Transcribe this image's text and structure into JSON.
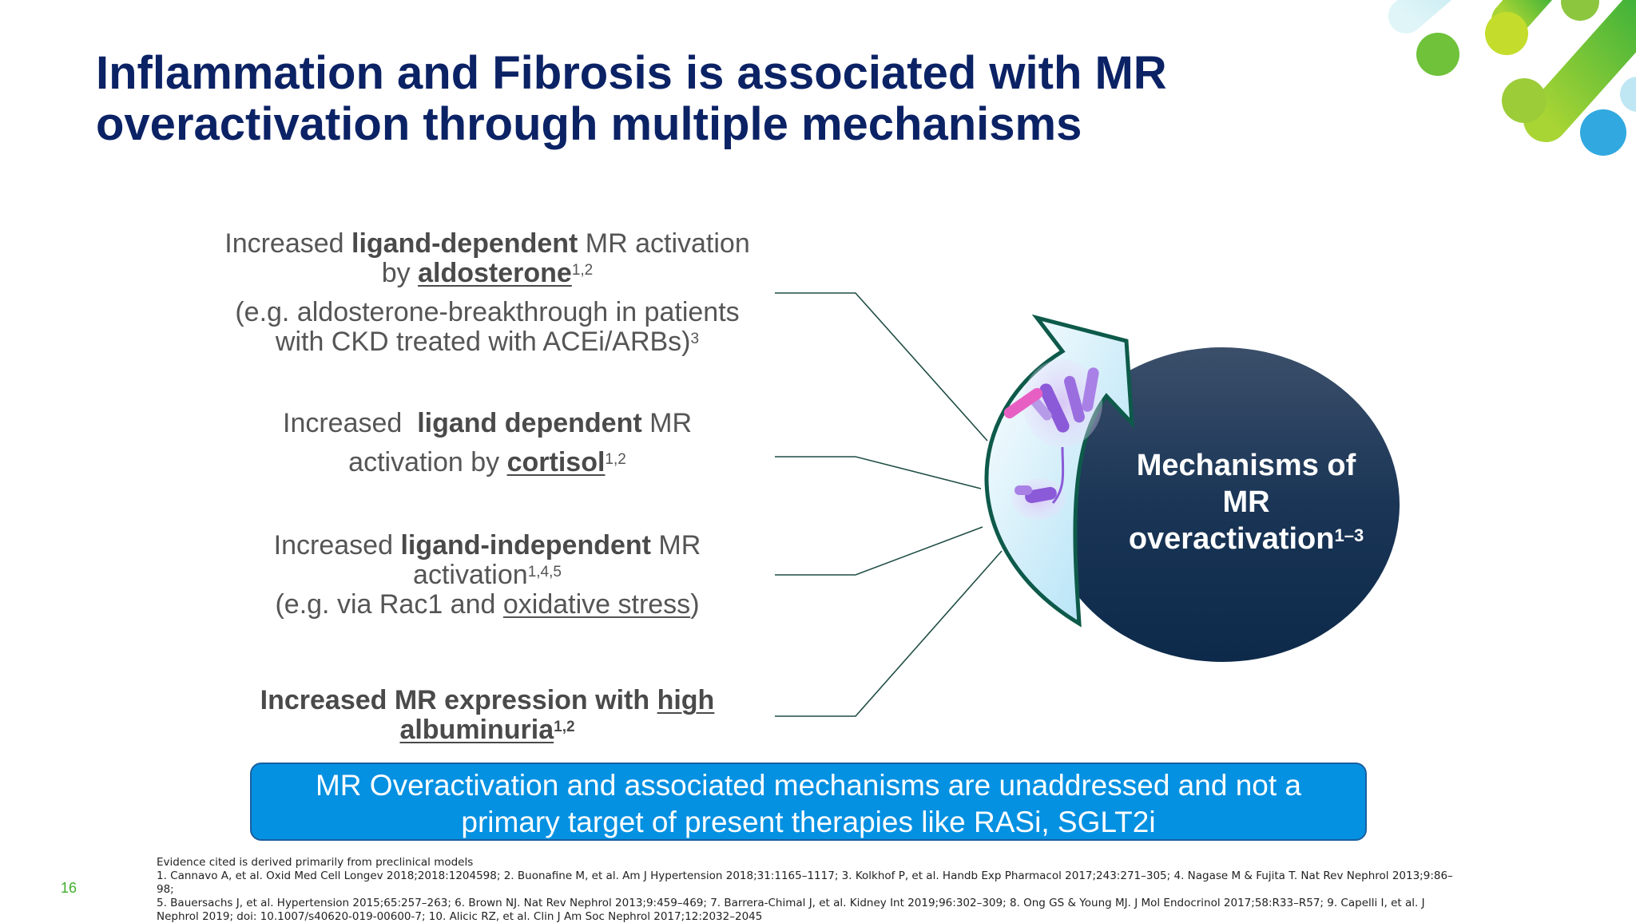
{
  "title": {
    "line1": "Inflammation and Fibrosis is associated with MR",
    "line2": "overactivation through multiple mechanisms"
  },
  "mechanisms": [
    {
      "pre": "Increased ",
      "bold": "ligand-dependent",
      "post": " MR activation",
      "line2_pre": "by ",
      "link": "aldosterone",
      "sup": "1,2",
      "sub_line1": "(e.g. aldosterone-breakthrough in patients",
      "sub_line2": "with CKD treated with ACEi/ARBs)",
      "sub_sup": "3"
    },
    {
      "pre": "Increased  ",
      "bold": "ligand dependent",
      "post": " MR",
      "line2_pre": "activation by ",
      "link": "cortisol",
      "sup": "1,2"
    },
    {
      "pre": "Increased ",
      "bold": "ligand-independent",
      "post": " MR",
      "line2": "activation",
      "sup": "1,4,5",
      "sub_pre": "(e.g. via Rac1 and ",
      "sub_link": "oxidative stress",
      "sub_post": ")"
    },
    {
      "bold_pre": "Increased MR expression with ",
      "link1": "high",
      "link2": "albuminuria",
      "sup": "1,2"
    }
  ],
  "circle": {
    "line1": "Mechanisms of",
    "line2": "MR",
    "line3": "overactivation",
    "sup": "1–3"
  },
  "callout": {
    "line1": "MR Overactivation and associated mechanisms are unaddressed and not a",
    "line2": "primary target of present therapies like RASi, SGLT2i"
  },
  "page_number": "16",
  "footnotes": {
    "note": "Evidence cited is derived primarily from preclinical models",
    "line1": "1. Cannavo A, et al. Oxid Med Cell Longev 2018;2018:1204598; 2. Buonafine M, et al. Am J Hypertension 2018;31:1165–1117; 3. Kolkhof P, et al. Handb Exp Pharmacol 2017;243:271–305; 4. Nagase M & Fujita T. Nat Rev Nephrol 2013;9:86–",
    "line2": "98;",
    "line3": "5. Bauersachs J, et al. Hypertension 2015;65:257–263; 6. Brown NJ. Nat Rev Nephrol 2013;9:459–469; 7. Barrera-Chimal J, et al. Kidney Int 2019;96:302–309; 8. Ong GS & Young MJ. J Mol Endocrinol 2017;58:R33–R57; 9. Capelli I, et al. J",
    "line4": "Nephrol 2019; doi: 10.1007/s40620-019-00600-7; 10. Alicic RZ, et al. Clin J Am Soc Nephrol 2017;12:2032–2045"
  },
  "colors": {
    "title": "#0b2265",
    "callout_fill": "#0591e2",
    "circle_top": "#3b4f6a",
    "circle_bottom": "#0d2a4a",
    "arrow_stroke": "#0e5a4a",
    "page_number": "#3fae2a"
  }
}
